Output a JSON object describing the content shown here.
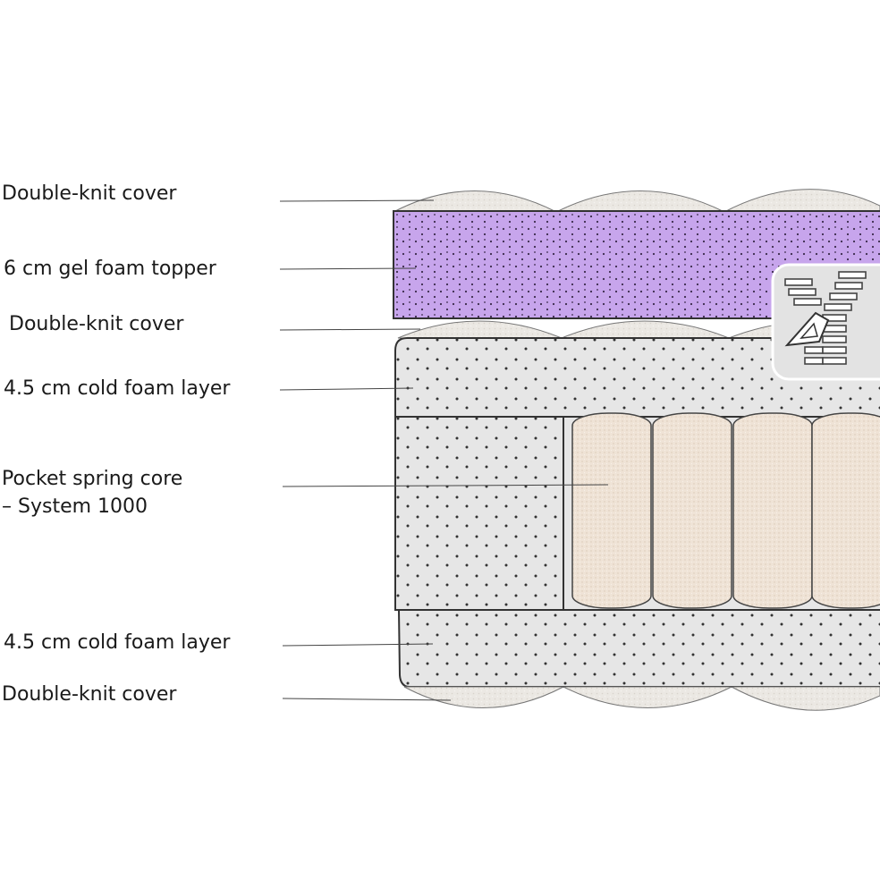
{
  "labels": {
    "cover_top": "Double-knit cover",
    "gel_topper": "6 cm gel foam topper",
    "cover_mid": "Double-knit cover",
    "cold_foam_top": "4.5 cm cold foam layer",
    "pocket_core_line1": "Pocket spring core",
    "pocket_core_line2": "– System 1000",
    "cold_foam_bottom": "4.5 cm cold foam layer",
    "cover_bottom": "Double-knit cover"
  },
  "colors": {
    "gel_purple": "#c7a5ec",
    "foam_grey": "#e6e6e6",
    "knit": "#e9e5df",
    "spring": "#efe3d6",
    "outline": "#333333"
  },
  "icons": {
    "zipper_badge": "zipper-icon"
  }
}
